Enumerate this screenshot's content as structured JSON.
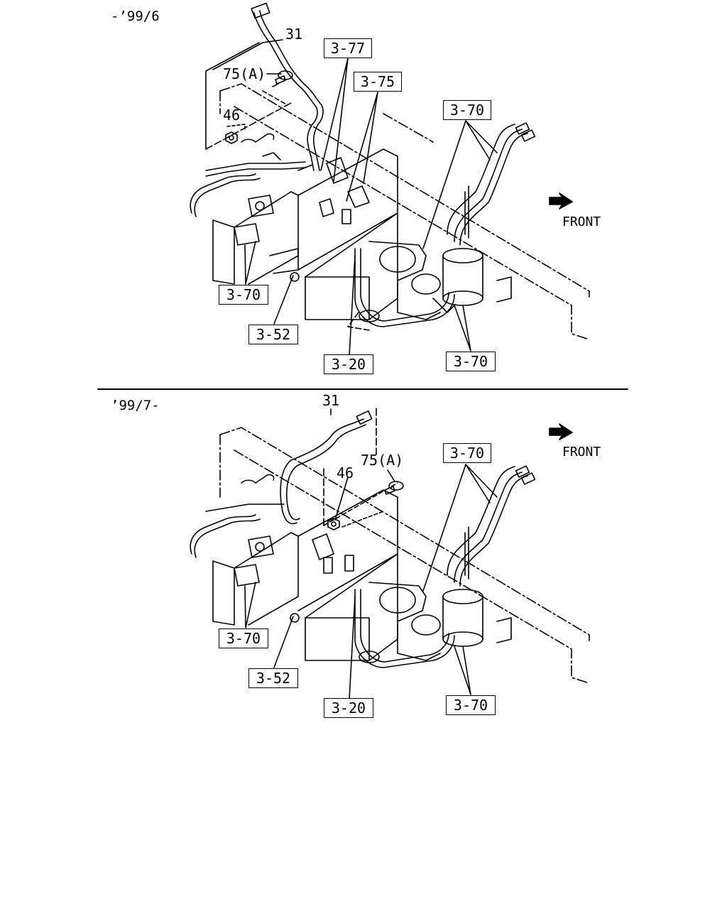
{
  "panels": [
    {
      "period_label": "-’99/6",
      "labels": {
        "p31": "31",
        "p75a": "75(A)",
        "p46": "46",
        "front": "FRONT"
      },
      "callouts": [
        "3-77",
        "3-75",
        "3-70",
        "3-70",
        "3-52",
        "3-20",
        "3-70"
      ]
    },
    {
      "period_label": "’99/7-",
      "labels": {
        "p31": "31",
        "p75a": "75(A)",
        "p46": "46",
        "front": "FRONT"
      },
      "callouts": [
        "3-70",
        "3-70",
        "3-52",
        "3-20",
        "3-70"
      ]
    }
  ]
}
